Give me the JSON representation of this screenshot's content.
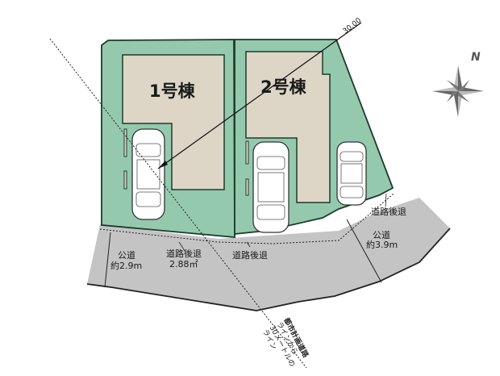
{
  "site_plan": {
    "lots": [
      {
        "label": "1号棟"
      },
      {
        "label": "2号棟"
      }
    ],
    "dimension_line_label": "30.00",
    "roads": [
      {
        "name": "公道",
        "width": "約2.9m"
      },
      {
        "name": "公道",
        "width": "約3.9m"
      }
    ],
    "setbacks": [
      {
        "label": "道路後退",
        "area": "2.88㎡"
      },
      {
        "label": "道路後退"
      },
      {
        "label": "道路後退"
      }
    ],
    "planning_line_note": [
      "都市計画道路",
      "ラインから",
      "30メートルの",
      "ライン"
    ],
    "compass": {
      "label": "N"
    },
    "colors": {
      "lot_green": "#94c9ae",
      "building": "#ddd6c6",
      "road_gray": "#c4c4c4",
      "outline": "#1e3a2a"
    }
  }
}
